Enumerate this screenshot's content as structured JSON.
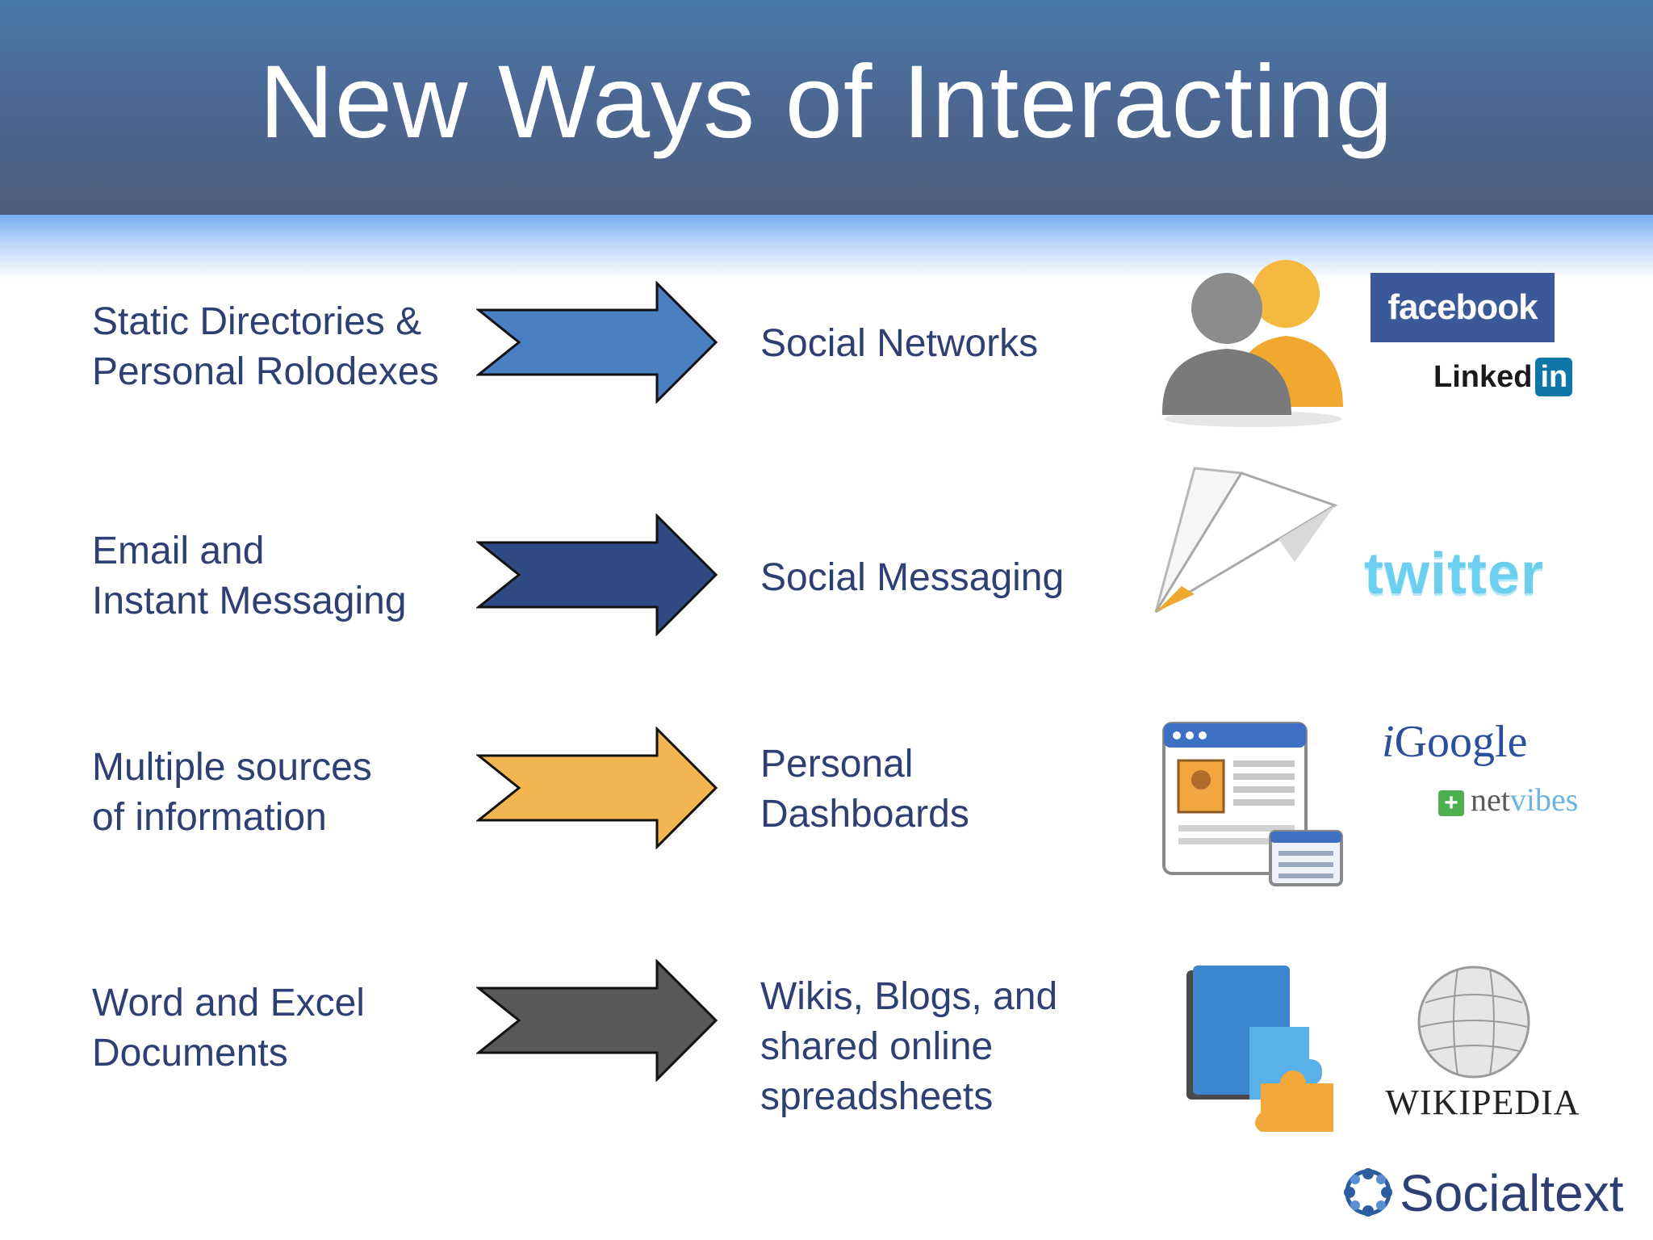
{
  "slide": {
    "title": "New Ways of Interacting"
  },
  "rows": [
    {
      "from_lines": [
        "Static Directories &",
        "Personal Rolodexes"
      ],
      "to_lines": [
        "Social Networks"
      ],
      "arrow_color": "#4a7fc1",
      "logos": [
        "facebook",
        "Linked",
        "in"
      ]
    },
    {
      "from_lines": [
        "Email and",
        "Instant Messaging"
      ],
      "to_lines": [
        "Social Messaging"
      ],
      "arrow_color": "#304a84",
      "logos": [
        "twitter"
      ]
    },
    {
      "from_lines": [
        "Multiple sources",
        "of information"
      ],
      "to_lines": [
        "Personal",
        "Dashboards"
      ],
      "arrow_color": "#f2b552",
      "logos": [
        "iGoogle",
        "netvibes"
      ]
    },
    {
      "from_lines": [
        "Word and Excel",
        "Documents"
      ],
      "to_lines": [
        "Wikis, Blogs, and",
        "shared online",
        "spreadsheets"
      ],
      "arrow_color": "#58595b",
      "logos": [
        "Wikipedia"
      ]
    }
  ],
  "logos": {
    "facebook": "facebook",
    "linkedin_text": "Linked",
    "linkedin_badge": "in",
    "twitter": "twitter",
    "igoogle_i": "i",
    "igoogle_rest": "Google",
    "netvibes_plus": "+",
    "netvibes_net": "net",
    "netvibes_vibes": "vibes",
    "wikipedia": "WIKIPEDIA",
    "socialtext": "Socialtext"
  },
  "icons": [
    "people-icon",
    "paper-plane-icon",
    "dashboard-window-icon",
    "puzzle-pieces-icon",
    "wikipedia-globe-icon",
    "socialtext-logo-icon"
  ],
  "colors": {
    "header_top": "#4a78a8",
    "header_bottom": "#4e5d7c",
    "text": "#2e3f73",
    "facebook": "#3b5998",
    "linkedin": "#0e76a8",
    "twitter": "#6ccff0"
  }
}
